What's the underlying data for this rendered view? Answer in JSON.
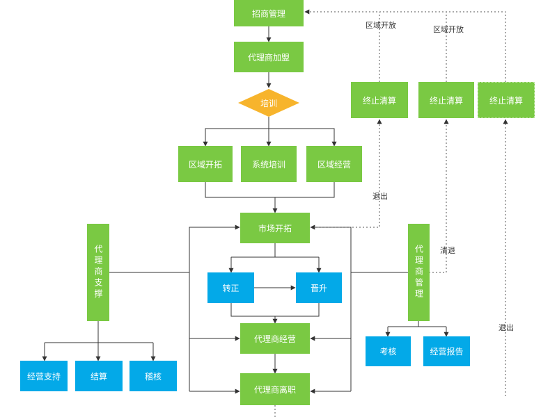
{
  "colors": {
    "green": "#7ac943",
    "blue": "#03a9e8",
    "diamond": "#f7b42c",
    "line": "#333333"
  },
  "nodes": {
    "recruit": "招商管理",
    "join": "代理商加盟",
    "training": "培训",
    "region_open": "区域开拓",
    "system_training": "系统培训",
    "region_ops": "区域经营",
    "market_dev": "市场开拓",
    "regularize": "转正",
    "promotion": "晋升",
    "agent_ops": "代理商经营",
    "agent_leave": "代理商离职",
    "agent_support": "代理商支撑",
    "ops_support": "经营支持",
    "settlement": "结算",
    "audit": "稽核",
    "agent_mgmt": "代理商管理",
    "assessment": "考核",
    "ops_report": "经营报告",
    "terminate_1": "终止清算",
    "terminate_2": "终止清算",
    "terminate_3": "终止清算"
  },
  "edge_labels": {
    "region_open_1": "区域开放",
    "region_open_2": "区域开放",
    "exit_1": "退出",
    "clear_exit": "清退",
    "exit_2": "退出"
  }
}
